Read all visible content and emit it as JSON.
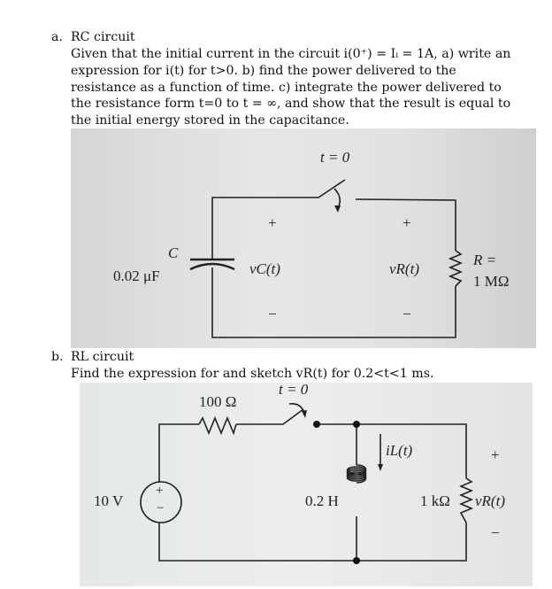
{
  "part_a": {
    "marker": "a.",
    "heading": "RC circuit",
    "lines": [
      "Given that the initial current in the circuit i(0⁺) = Iᵢ = 1A, a) write an",
      "expression for i(t) for t>0. b) find the power delivered to the",
      "resistance as a function of time. c) integrate the power delivered to",
      "the resistance form t=0 to t = ∞, and show that the result is equal to",
      "the initial energy stored in the capacitance."
    ],
    "circuit": {
      "switch_label": "t = 0",
      "cap_symbol": "C",
      "cap_value": "0.02 μF",
      "vc_label": "vC(t)",
      "vr_label": "vR(t)",
      "plus": "+",
      "minus": "−",
      "r_symbol": "R =",
      "r_value": "1 MΩ"
    }
  },
  "part_b": {
    "marker": "b.",
    "heading": "RL circuit",
    "line": "Find the expression for and sketch vR(t) for 0.2<t<1 ms.",
    "circuit": {
      "source_label": "10 V",
      "source_plus": "+",
      "source_minus": "−",
      "series_r": "100 Ω",
      "switch_label": "t = 0",
      "il_label": "iL(t)",
      "inductor": "0.2 H",
      "load_r": "1 kΩ",
      "vr_label": "vR(t)",
      "plus": "+",
      "minus": "−"
    }
  }
}
